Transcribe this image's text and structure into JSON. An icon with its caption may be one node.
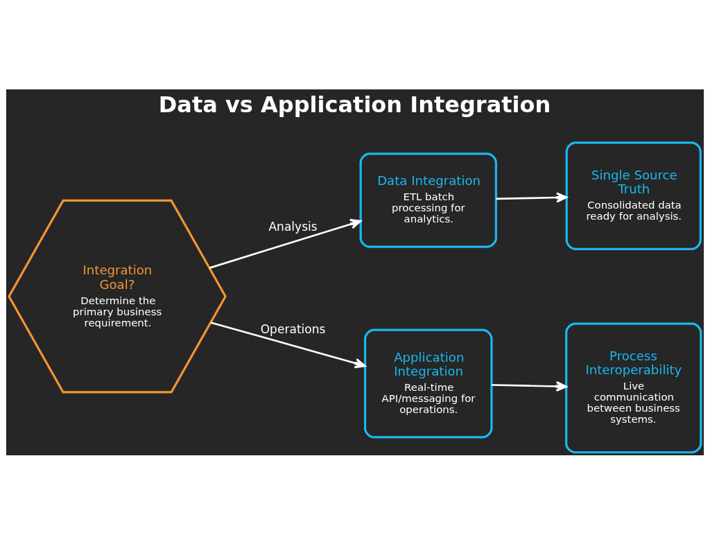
{
  "diagram": {
    "title": "Data vs Application Integration",
    "nodes": [
      {
        "text": [
          "Integration Goal?",
          "Determine the primary business requirement."
        ]
      },
      {
        "text": [
          "Data Integration",
          "ETL batch processing for analytics."
        ]
      },
      {
        "text": [
          "Single Source Truth",
          "Consolidated data ready for analysis."
        ]
      },
      {
        "text": [
          "Application Integration",
          "Real-time API/messaging for operations."
        ]
      },
      {
        "text": [
          "Process Interoperability",
          "Live communication between business systems."
        ]
      }
    ],
    "edges": [
      {
        "from": 0,
        "to": 1,
        "arrow": "to",
        "label": "Analysis"
      },
      {
        "from": 0,
        "to": 3,
        "arrow": "to",
        "label": "Operations"
      },
      {
        "from": 1,
        "to": 2,
        "arrow": "to"
      },
      {
        "from": 3,
        "to": 4,
        "arrow": "to"
      }
    ]
  }
}
